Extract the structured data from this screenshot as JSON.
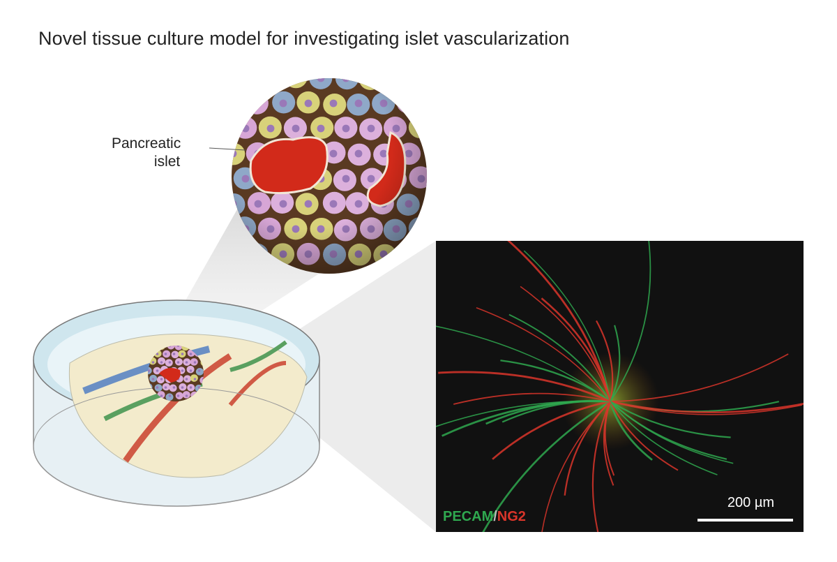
{
  "title": "Novel tissue culture model for investigating islet vascularization",
  "labels": {
    "islet_line1": "Pancreatic",
    "islet_line2": "islet"
  },
  "micrograph": {
    "stain_green": "PECAM",
    "stain_sep": "/",
    "stain_red": "NG2",
    "scale_bar": "200 µm",
    "colors": {
      "green": "#2fa84f",
      "red": "#d9352a"
    }
  }
}
